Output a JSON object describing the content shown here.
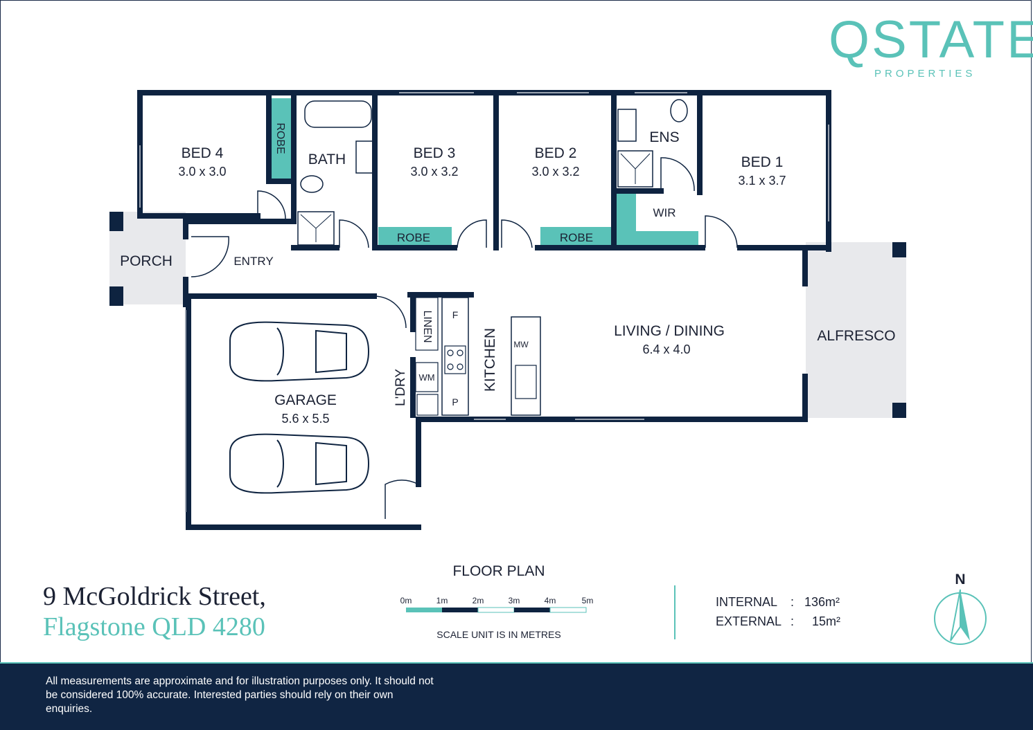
{
  "brand": {
    "name": "QSTATE",
    "tagline": "PROPERTIES",
    "color": "#5ac2b8"
  },
  "address": {
    "street": "9 McGoldrick Street,",
    "suburb": "Flagstone QLD 4280"
  },
  "rooms": {
    "bed4": {
      "name": "BED 4",
      "size": "3.0 x 3.0"
    },
    "bed3": {
      "name": "BED 3",
      "size": "3.0 x 3.2"
    },
    "bed2": {
      "name": "BED 2",
      "size": "3.0 x 3.2"
    },
    "bed1": {
      "name": "BED 1",
      "size": "3.1 x 3.7"
    },
    "robe4": "ROBE",
    "robe3": "ROBE",
    "robe2": "ROBE",
    "bath": "BATH",
    "ens": "ENS",
    "wir": "WIR",
    "porch": "PORCH",
    "entry": "ENTRY",
    "garage": {
      "name": "GARAGE",
      "size": "5.6 x 5.5"
    },
    "laundry": "L'DRY",
    "linen": "LINEN",
    "kitchen": "KITCHEN",
    "living": {
      "name": "LIVING / DINING",
      "size": "6.4 x 4.0"
    },
    "alfresco": "ALFRESCO"
  },
  "fixtures": {
    "fridge": "F",
    "pantry": "P",
    "washing_machine": "WM",
    "microwave": "MW"
  },
  "plan_title": "FLOOR PLAN",
  "scale": {
    "ticks": [
      "0m",
      "1m",
      "2m",
      "3m",
      "4m",
      "5m"
    ],
    "note": "SCALE UNIT IS IN METRES"
  },
  "areas": {
    "internal": {
      "label": "INTERNAL",
      "sep": ":",
      "value": "136m²"
    },
    "external": {
      "label": "EXTERNAL",
      "sep": ":",
      "value": "15m²"
    }
  },
  "compass": "N",
  "disclaimer": "All measurements are approximate and for illustration purposes only. It should not be considered 100% accurate. Interested parties should rely on their own enquiries.",
  "colors": {
    "wall": "#0e2340",
    "accent": "#5ac2b8",
    "outdoor": "#e8e9ec",
    "footer": "#102543"
  }
}
